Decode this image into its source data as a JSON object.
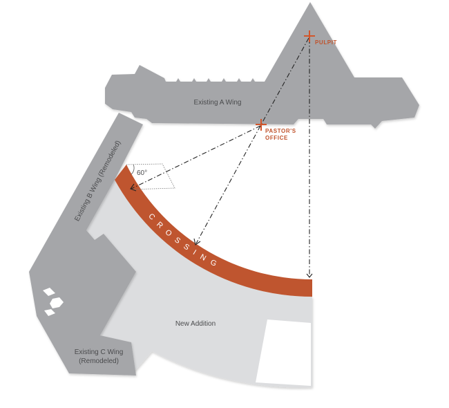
{
  "title": "Site plan: new addition and crossing",
  "labels": {
    "a_wing": "Existing A Wing",
    "b_wing": "Existing B Wing (Remodeled)",
    "c_wing_line1": "Existing C Wing",
    "c_wing_line2": "(Remodeled)",
    "new_addition": "New Addition",
    "crossing": "CROSSING",
    "pulpit": "PULPIT",
    "pastors_office_line1": "PASTOR'S",
    "pastors_office_line2": "OFFICE",
    "angle": "60°"
  },
  "colors": {
    "existing": "#a5a6a9",
    "new_addition": "#dcdddf",
    "crossing": "#bf552f",
    "marker": "#d2552a"
  }
}
